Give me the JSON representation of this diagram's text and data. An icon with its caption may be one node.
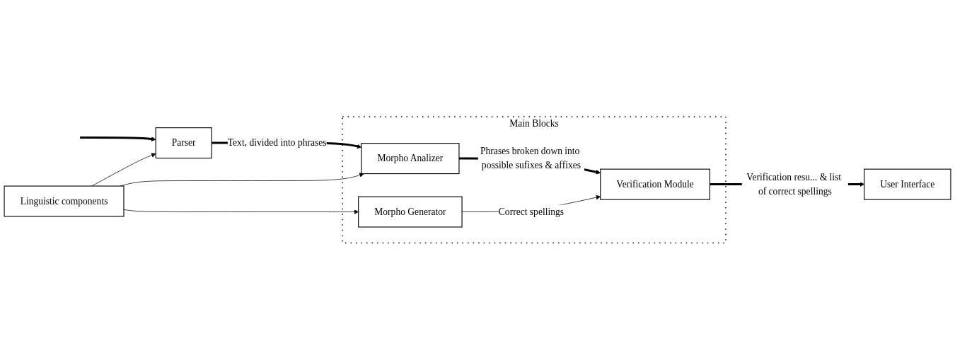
{
  "diagram": {
    "nodes": [
      {
        "text": [
          "Parser"
        ]
      },
      {
        "text": [
          "Main Blocks"
        ]
      },
      {
        "text": [
          "Morpho Analizer"
        ],
        "in": 1
      },
      {
        "text": [
          "Verification Module"
        ],
        "in": 1
      },
      {
        "text": [
          "User Interface"
        ]
      },
      {
        "text": [
          "Linguistic components"
        ]
      },
      {
        "text": [
          "Morpho Generator"
        ],
        "in": 1
      }
    ],
    "edges": [
      {
        "from": null,
        "to": 0,
        "arrow": "to",
        "style": "thick"
      },
      {
        "from": 0,
        "to": 2,
        "arrow": "to",
        "style": "thick",
        "label": "Text, divided into phrases"
      },
      {
        "from": 2,
        "to": 3,
        "arrow": "to",
        "style": "thick",
        "label": "Phrases broken down into possible sufixes & affixes"
      },
      {
        "from": 3,
        "to": 4,
        "arrow": "to",
        "style": "thick",
        "label": "Verification resu... & list of correct spellings"
      },
      {
        "from": 5,
        "to": 0,
        "arrow": "to"
      },
      {
        "from": 5,
        "to": 2,
        "arrow": "to"
      },
      {
        "from": 5,
        "to": 6,
        "arrow": "to"
      },
      {
        "from": 6,
        "to": 3,
        "arrow": "to",
        "label": "Correct spellings"
      }
    ]
  }
}
